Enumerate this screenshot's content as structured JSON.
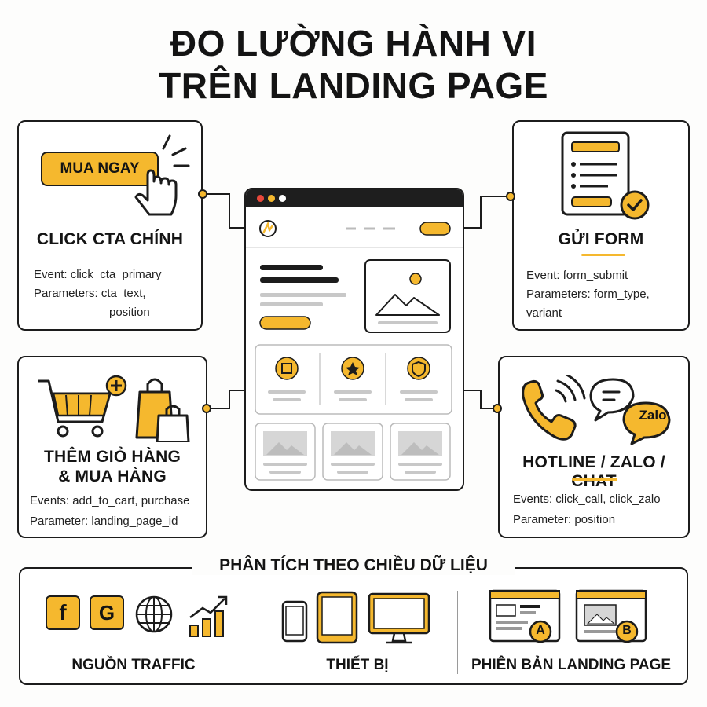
{
  "title": {
    "line1": "ĐO LƯỜNG HÀNH VI",
    "line2": "TRÊN LANDING PAGE"
  },
  "colors": {
    "accent": "#f5b82e",
    "outline": "#1c1c1c"
  },
  "cards": {
    "cta": {
      "button_label": "MUA NGAY",
      "title": "CLICK CTA CHÍNH",
      "event": "Event: click_cta_primary",
      "params_line1": "Parameters: cta_text,",
      "params_line2": "position",
      "icon": "cursor-click-icon"
    },
    "form": {
      "title": "GỬI FORM",
      "event": "Event: form_submit",
      "params_line1": "Parameters: form_type,",
      "params_line2": "variant",
      "icon": "form-check-icon"
    },
    "cart": {
      "title_line1": "THÊM GIỎ HÀNG",
      "title_line2": "& MUA HÀNG",
      "events": "Events: add_to_cart, purchase",
      "param": "Parameter: landing_page_id",
      "icon": "shopping-cart-icon"
    },
    "hotline": {
      "zalo_label": "Zalo",
      "title": "HOTLINE / ZALO / CHAT",
      "events": "Events: click_call, click_zalo",
      "param": "Parameter: position",
      "icon": "phone-icon"
    }
  },
  "analysis": {
    "title": "PHÂN TÍCH THEO CHIỀU DỮ LIỆU",
    "traffic": {
      "label": "NGUỒN TRAFFIC",
      "facebook_letter": "f",
      "google_letter": "G"
    },
    "devices": {
      "label": "THIẾT BỊ"
    },
    "variants": {
      "label": "PHIÊN BẢN LANDING PAGE",
      "a": "A",
      "b": "B"
    }
  }
}
